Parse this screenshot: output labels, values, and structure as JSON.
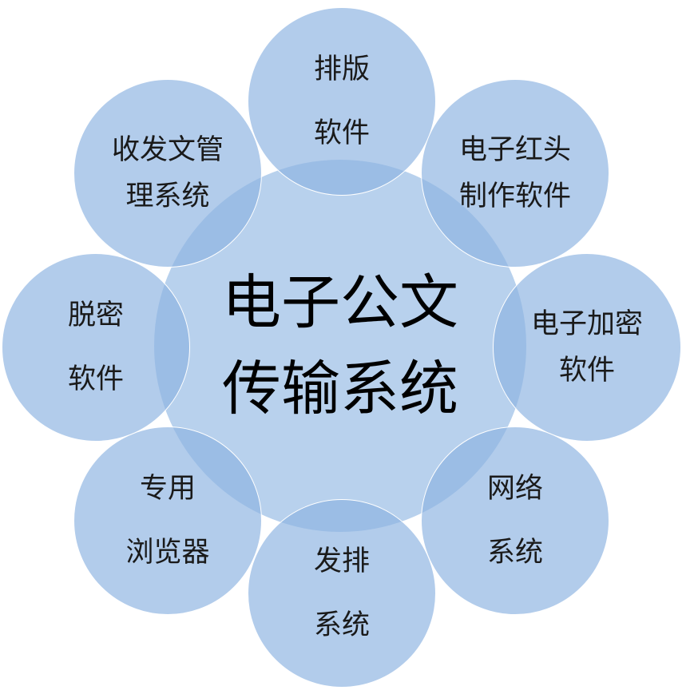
{
  "diagram": {
    "center": {
      "lines": [
        "电子公文",
        "传输系统"
      ]
    },
    "nodes": [
      {
        "id": "top",
        "lines": [
          "排版",
          "软件"
        ]
      },
      {
        "id": "top-right",
        "lines": [
          "电子红头",
          "制作软件"
        ]
      },
      {
        "id": "right",
        "lines": [
          "电子加密",
          "软件"
        ]
      },
      {
        "id": "bottom-right",
        "lines": [
          "网络",
          "系统"
        ]
      },
      {
        "id": "bottom",
        "lines": [
          "发排",
          "系统"
        ]
      },
      {
        "id": "bottom-left",
        "lines": [
          "专用",
          "浏览器"
        ]
      },
      {
        "id": "left",
        "lines": [
          "脱密",
          "软件"
        ]
      },
      {
        "id": "top-left",
        "lines": [
          "收发文管",
          "理系统"
        ]
      }
    ],
    "colors": {
      "circle_fill": "#8DB4E2",
      "circle_stroke": "#FFFFFF",
      "text": "#000000"
    }
  }
}
